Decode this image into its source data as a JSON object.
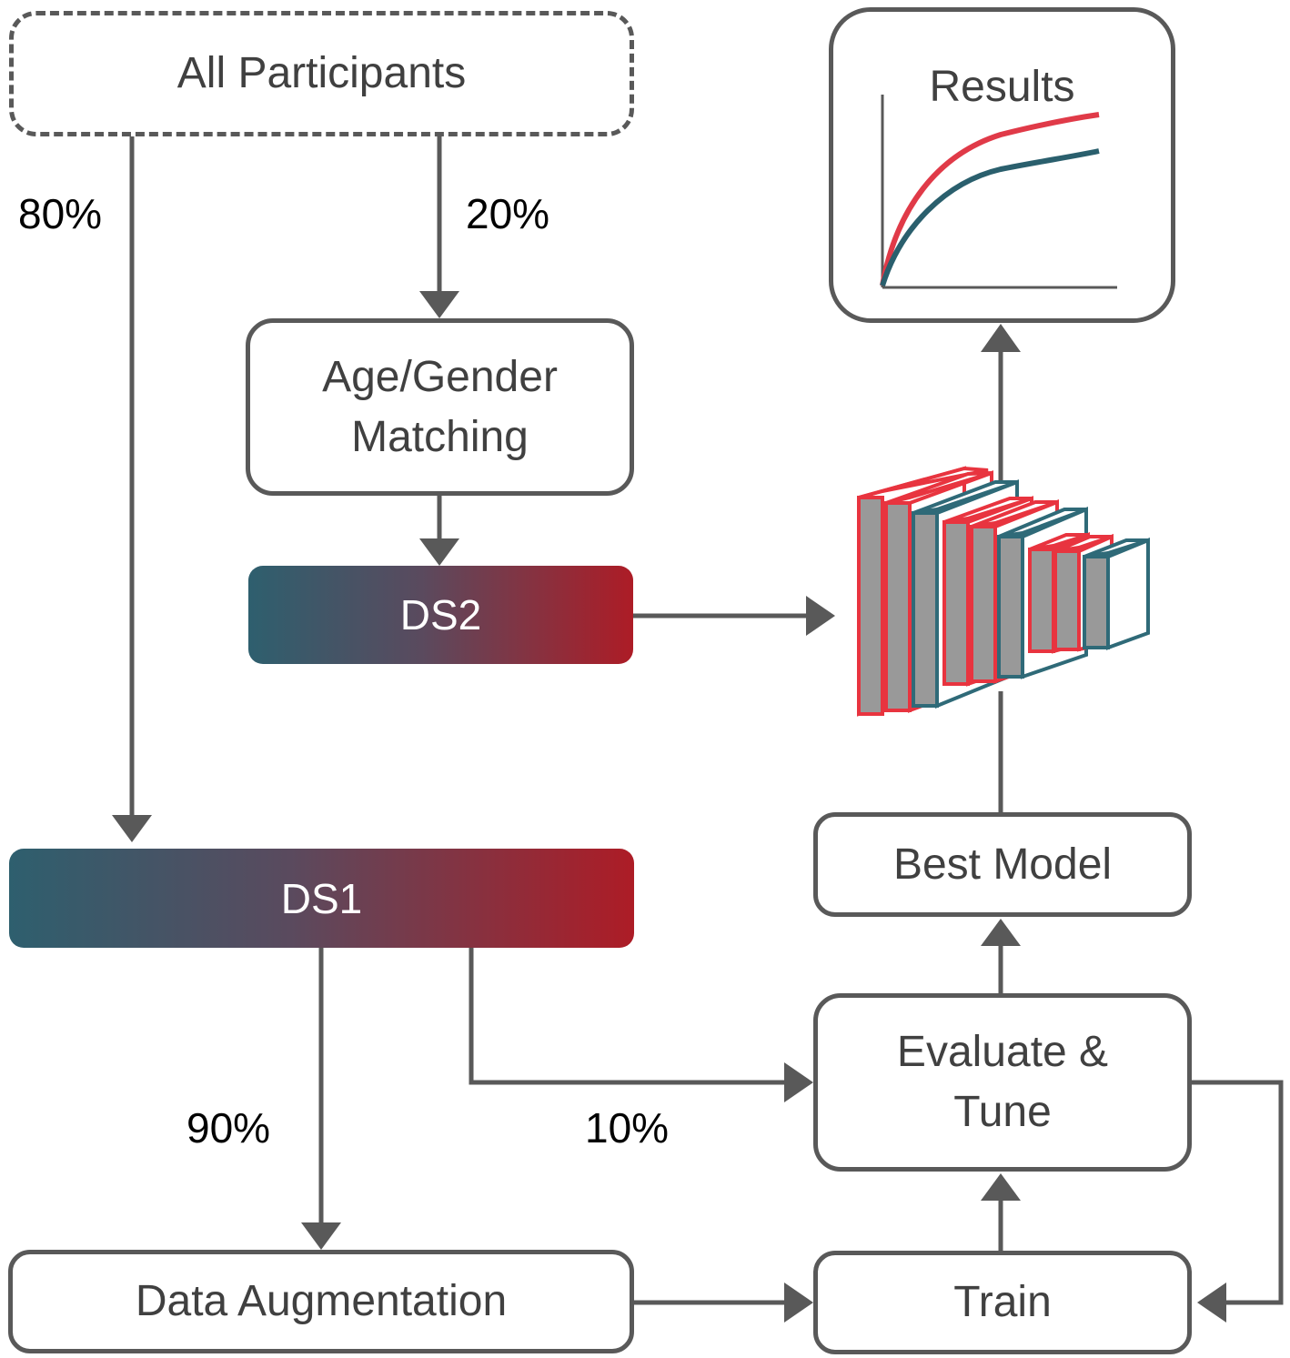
{
  "nodes": {
    "all_participants": "All Participants",
    "age_gender_matching": "Age/Gender\nMatching",
    "ds2": "DS2",
    "ds1": "DS1",
    "data_augmentation": "Data Augmentation",
    "train": "Train",
    "evaluate_tune": "Evaluate &\nTune",
    "best_model": "Best Model",
    "results": "Results"
  },
  "edge_labels": {
    "split_80": "80%",
    "split_20": "20%",
    "split_90": "90%",
    "split_10": "10%"
  },
  "colors": {
    "line": "#595959",
    "dataset_start": "#2e5f6e",
    "dataset_end": "#ad1c26",
    "curve_red": "#e03a48",
    "curve_teal": "#2a5f6d",
    "cnn_red": "#e8343f",
    "cnn_teal": "#2f6a78",
    "cnn_fill": "#999999"
  },
  "icons": {
    "results": "line-chart-icon",
    "model": "cnn-layers-icon"
  }
}
